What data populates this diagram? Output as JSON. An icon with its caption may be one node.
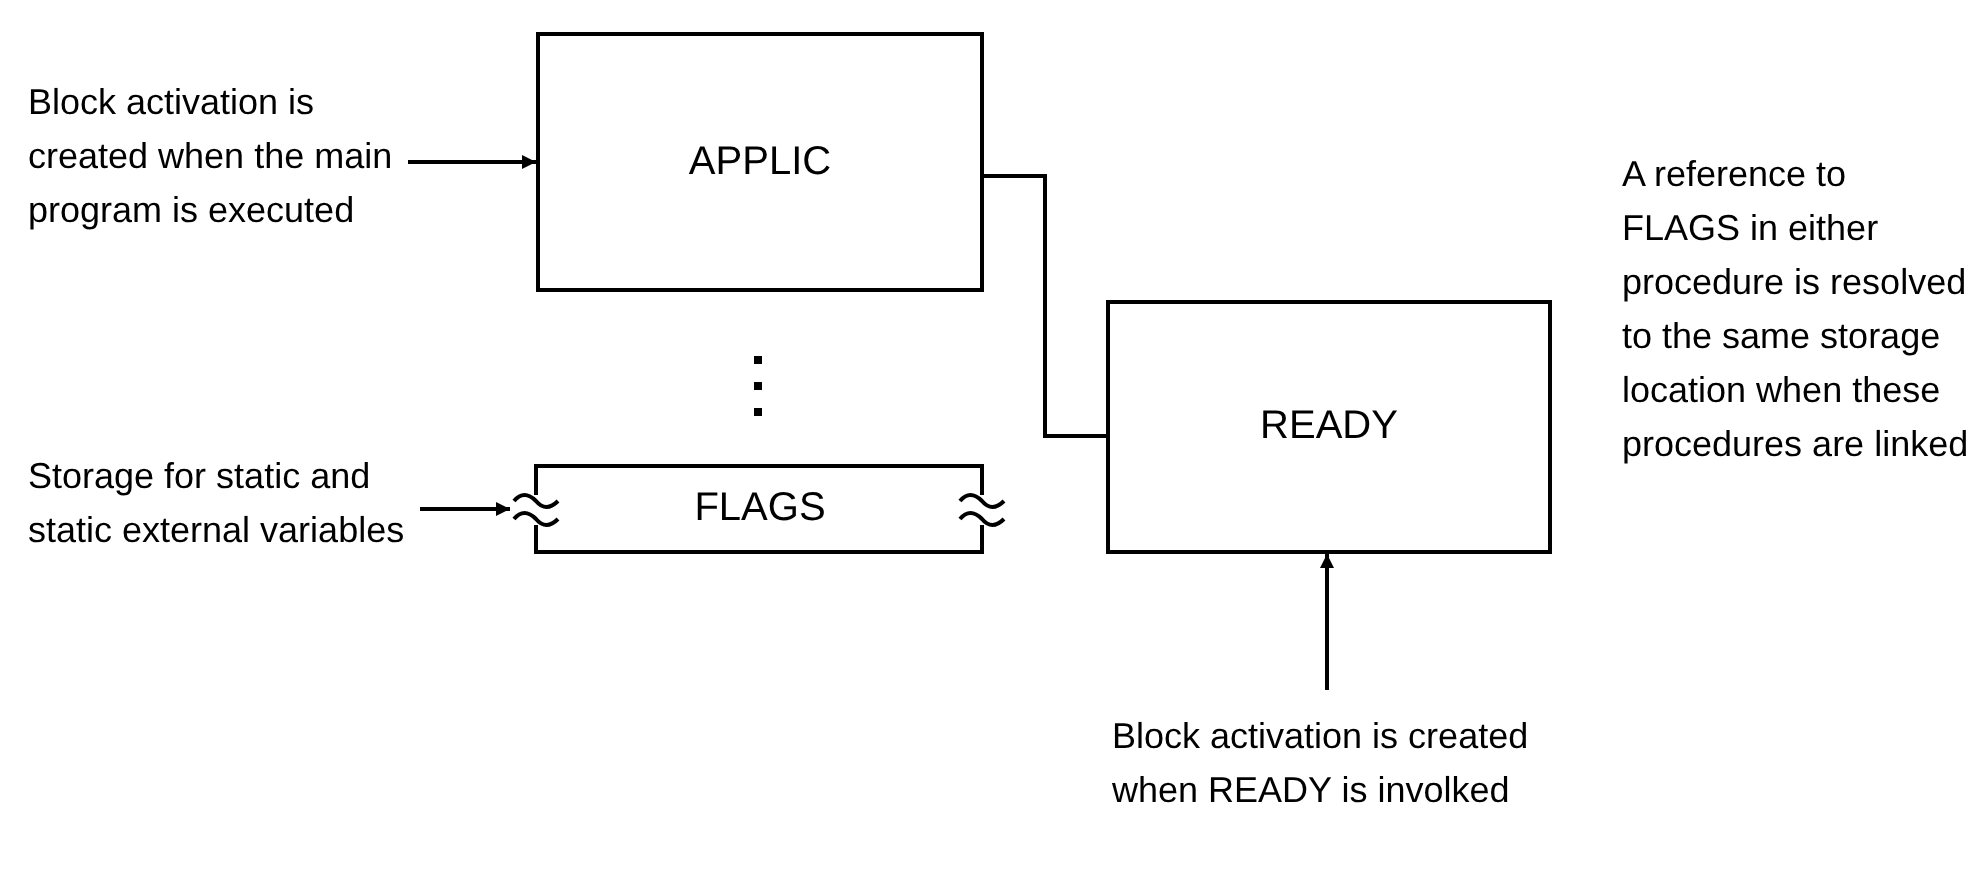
{
  "diagram": {
    "nodes": [
      {
        "text": [
          "Block activation is created when the main program is executed"
        ]
      },
      {
        "text": [
          "APPLIC"
        ]
      },
      {
        "text": [
          "Storage for static and static external variables"
        ]
      },
      {
        "text": [
          "FLAGS"
        ]
      },
      {
        "text": [
          "READY"
        ]
      },
      {
        "text": [
          "Block activation is created when READY is involked"
        ]
      }
    ],
    "edges": [
      {
        "from": 0,
        "to": 1,
        "arrow": "to"
      },
      {
        "from": 2,
        "to": 3,
        "arrow": "to"
      },
      {
        "from": 1,
        "to": 4,
        "arrow": "none"
      },
      {
        "from": 5,
        "to": 4,
        "arrow": "to"
      }
    ],
    "labels": [
      "A reference to FLAGS in either procedure is resolved to the same storage location when these procedures are linked"
    ]
  }
}
